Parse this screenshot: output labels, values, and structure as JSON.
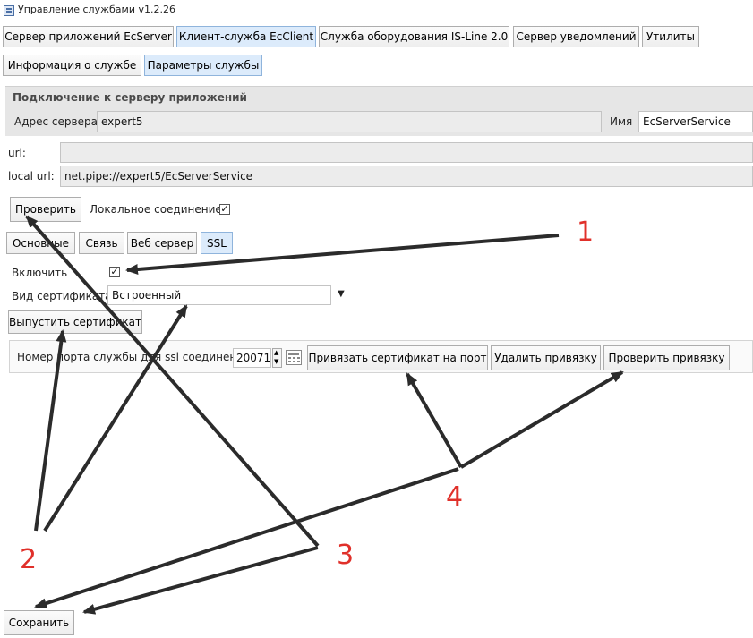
{
  "window": {
    "title": "Управление службами v1.2.26"
  },
  "main_tabs": [
    "Сервер приложений EcServer",
    "Клиент-служба EcClient",
    "Служба оборудования IS-Line 2.0",
    "Сервер уведомлений",
    "Утилиты"
  ],
  "sub_tabs": [
    "Информация о службе",
    "Параметры службы"
  ],
  "connection": {
    "header": "Подключение к серверу приложений",
    "server_label": "Адрес сервера",
    "server_value": "expert5",
    "name_label": "Имя",
    "name_value": "EcServerService",
    "url_label": "url:",
    "url_value": "",
    "local_url_label": "local url:",
    "local_url_value": "net.pipe://expert5/EcServerService",
    "check_button": "Проверить",
    "local_connection_label": "Локальное соединение",
    "local_connection_checked": "✓"
  },
  "settings_tabs": [
    "Основные",
    "Связь",
    "Веб сервер",
    "SSL"
  ],
  "ssl": {
    "enable_label": "Включить",
    "enable_checked": "✓",
    "cert_type_label": "Вид сертификата",
    "cert_type_value": "Встроенный",
    "issue_button": "Выпустить сертификат",
    "port_label": "Номер порта службы для ssl соединения",
    "port_value": "20071",
    "bind_button": "Привязать сертификат на порт",
    "remove_button": "Удалить привязку",
    "verify_button": "Проверить привязку"
  },
  "save_button": "Сохранить",
  "annotations": [
    "1",
    "2",
    "3",
    "4"
  ],
  "colors": {
    "annotation_number": "#e0302a",
    "arrow": "#2b2b2b",
    "active_tab": "#dcebfb"
  }
}
